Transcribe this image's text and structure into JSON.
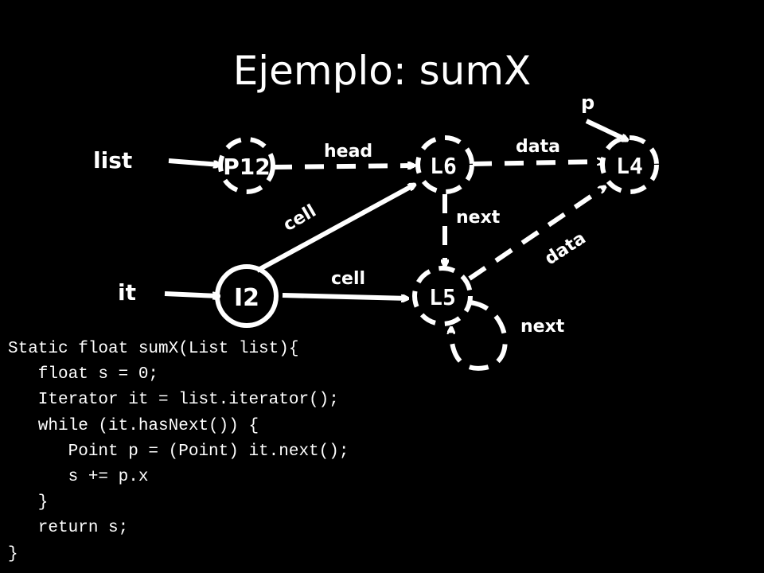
{
  "title": "Ejemplo: sumX",
  "diagram": {
    "pointers": {
      "list": "list",
      "it": "it",
      "p": "p"
    },
    "nodes": {
      "p12": "P12",
      "l6": "L6",
      "l4": "L4",
      "i2": "I2",
      "l5": "L5"
    },
    "edge_labels": {
      "head": "head",
      "data_l6_l4": "data",
      "cell_i2_l6": "cell",
      "next_l6_l5": "next",
      "data_l5_l4": "data",
      "cell_i2_l5": "cell",
      "next_l5_self": "next"
    }
  },
  "code": {
    "lines": [
      "Static float sumX(List list){",
      "   float s = 0;",
      "   Iterator it = list.iterator();",
      "   while (it.hasNext()) {",
      "      Point p = (Point) it.next();",
      "      s += p.x",
      "   }",
      "   return s;",
      "}"
    ]
  }
}
